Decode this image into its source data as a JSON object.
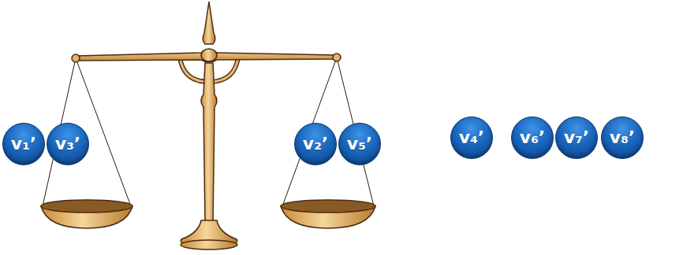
{
  "diagram": {
    "nodes": [
      {
        "text": [
          "v₁’"
        ]
      },
      {
        "text": [
          "v₃’"
        ]
      },
      {
        "text": [
          "v₂’"
        ]
      },
      {
        "text": [
          "v₅’"
        ]
      },
      {
        "text": [
          "v₄’"
        ]
      },
      {
        "text": [
          "v₆’"
        ]
      },
      {
        "text": [
          "v₇’"
        ]
      },
      {
        "text": [
          "v₈’"
        ]
      }
    ]
  }
}
